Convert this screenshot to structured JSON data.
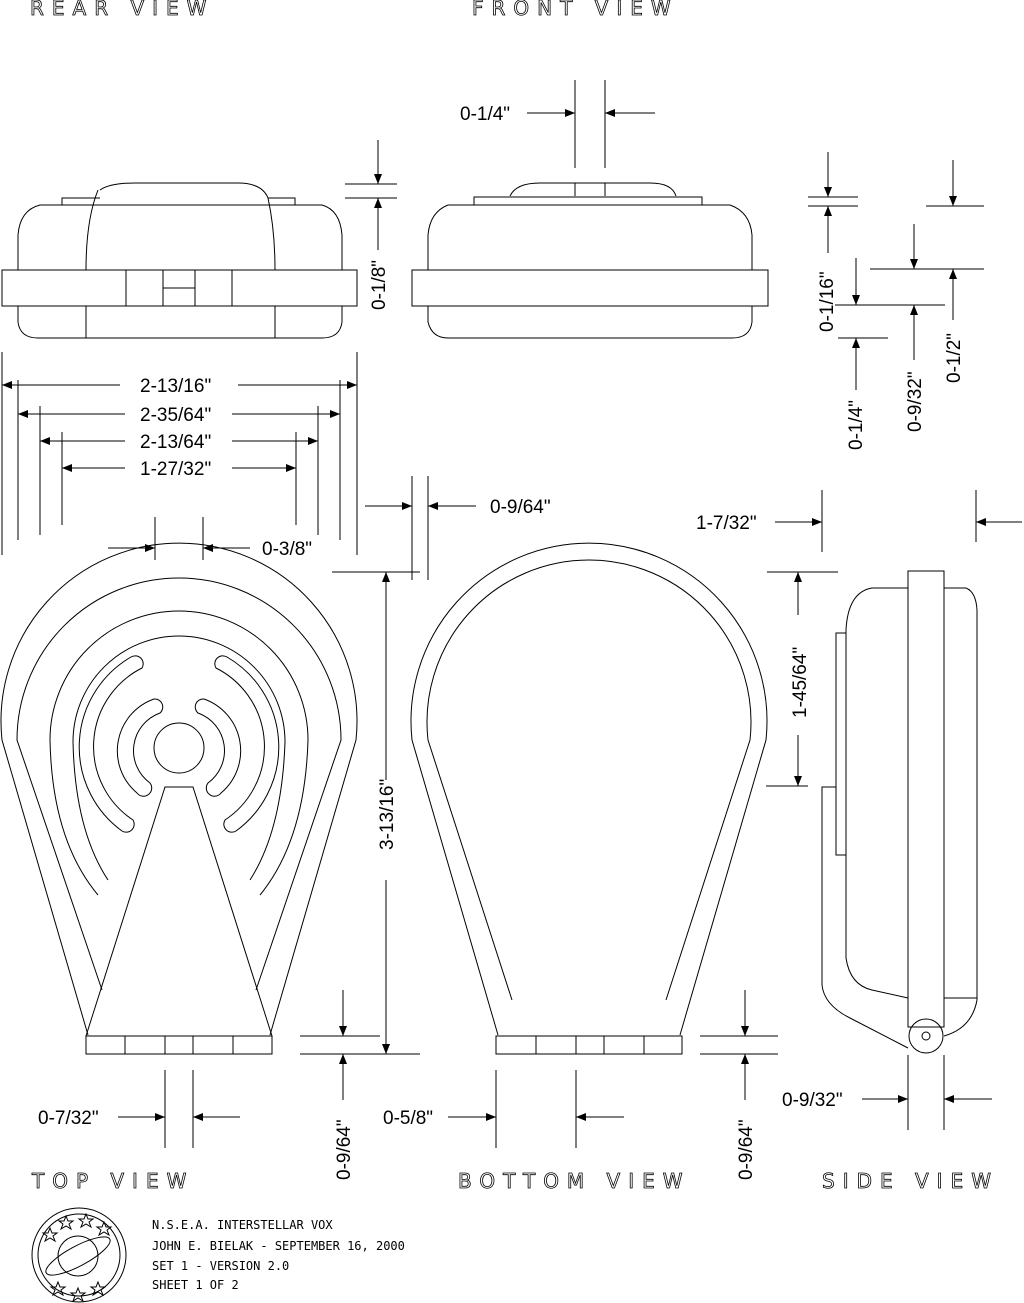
{
  "views": {
    "rear": "REAR VIEW",
    "front": "FRONT VIEW",
    "top": "TOP VIEW",
    "bottom": "BOTTOM VIEW",
    "side": "SIDE VIEW"
  },
  "dimensions": {
    "front_quarter": "0-1/4\"",
    "rear_eighth": "0-1/8\"",
    "side_sixteenth": "0-1/16\"",
    "side_quarter": "0-1/4\"",
    "side_nine_32": "0-9/32\"",
    "side_half": "0-1/2\"",
    "width_1": "2-13/16\"",
    "width_2": "2-35/64\"",
    "width_3": "2-13/64\"",
    "width_4": "1-27/32\"",
    "slot_gap": "0-3/8\"",
    "rim_gap": "0-9/64\"",
    "side_depth": "1-7/32\"",
    "overall_length": "3-13/16\"",
    "upper_length": "1-45/64\"",
    "top_base_gap": "0-7/32\"",
    "top_base_height": "0-9/64\"",
    "bottom_base_gap": "0-5/8\"",
    "bottom_base_height": "0-9/64\"",
    "side_pivot": "0-9/32\""
  },
  "title_block": {
    "line1": "N.S.E.A. INTERSTELLAR VOX",
    "line2": "JOHN E. BIELAK - SEPTEMBER 16, 2000",
    "line3": "SET 1 - VERSION 2.0",
    "line4": "SHEET 1 OF 2"
  }
}
